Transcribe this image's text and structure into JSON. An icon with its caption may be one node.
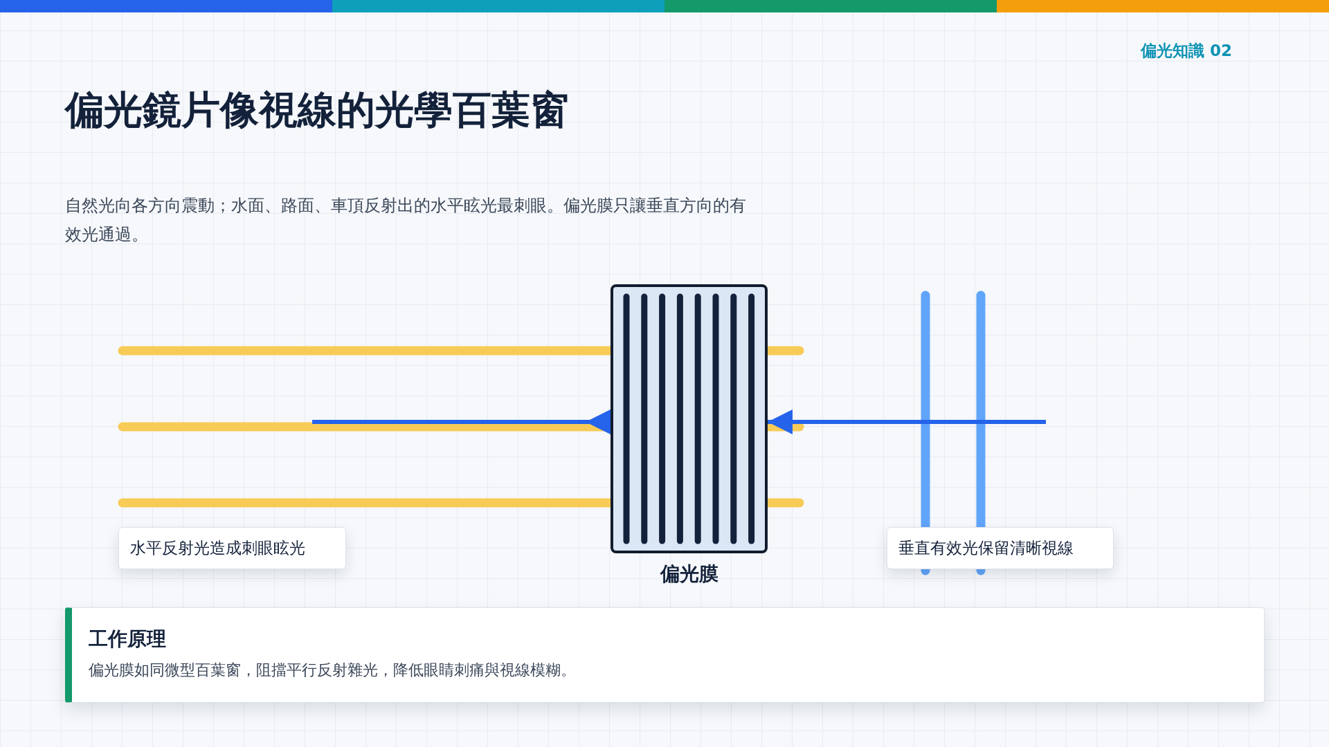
{
  "diagram": {
    "title": "偏光鏡片像視線的光學百葉窗",
    "nodes": [
      {
        "text": [
          "水平反射光造成刺眼眩光"
        ]
      },
      {
        "text": [
          "偏光膜"
        ]
      },
      {
        "text": [
          "垂直有效光保留清晰視線"
        ]
      },
      {
        "text": [
          "工作原理",
          "偏光膜如同微型百葉窗，阻擋平行反射雜光，降低眼睛刺痛與視線模糊。"
        ]
      }
    ],
    "edges": [
      {
        "from": null,
        "to": 1,
        "arrow": "to"
      },
      {
        "from": null,
        "to": 1,
        "arrow": "to"
      }
    ],
    "labels": [
      "偏光知識 02",
      "自然光向各方向震動；水面、路面、車頂反射出的水平眩光最刺眼。偏光膜只讓垂直方向的有效光通過。"
    ]
  }
}
